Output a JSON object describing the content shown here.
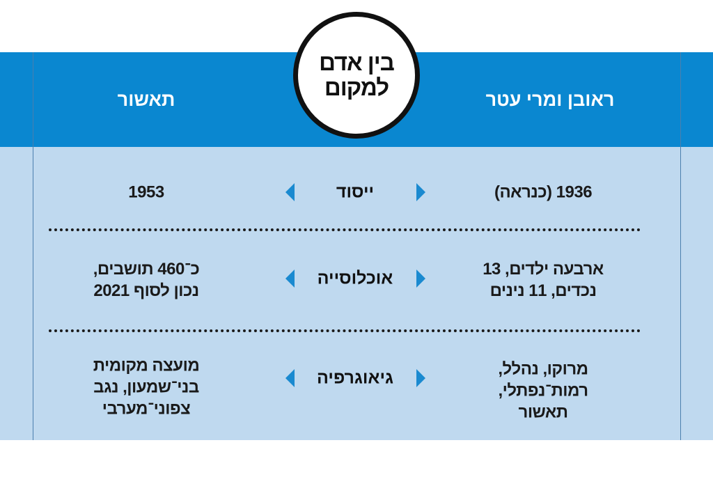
{
  "badge": {
    "line1": "בין אדם",
    "line2": "למקום"
  },
  "header": {
    "right": "ראובן ומרי עטר",
    "left": "תאשור"
  },
  "rows": [
    {
      "label": "ייסוד",
      "right": [
        "1936 (כנראה)"
      ],
      "left": [
        "1953"
      ]
    },
    {
      "label": "אוכלוסייה",
      "right": [
        "ארבעה ילדים, 13",
        "נכדים, 11 נינים"
      ],
      "left": [
        "כ־460 תושבים,",
        "נכון לסוף 2021"
      ]
    },
    {
      "label": "גיאוגרפיה",
      "right": [
        "מרוקו, נהלל,",
        "רמות־נפתלי,",
        "תאשור"
      ],
      "left": [
        "מועצה מקומית",
        "בני־שמעון, נגב",
        "צפוני־מערבי"
      ]
    }
  ],
  "colors": {
    "header": "#0a87d0",
    "body": "#bfd9ef",
    "arrow": "#1a8ad0"
  }
}
